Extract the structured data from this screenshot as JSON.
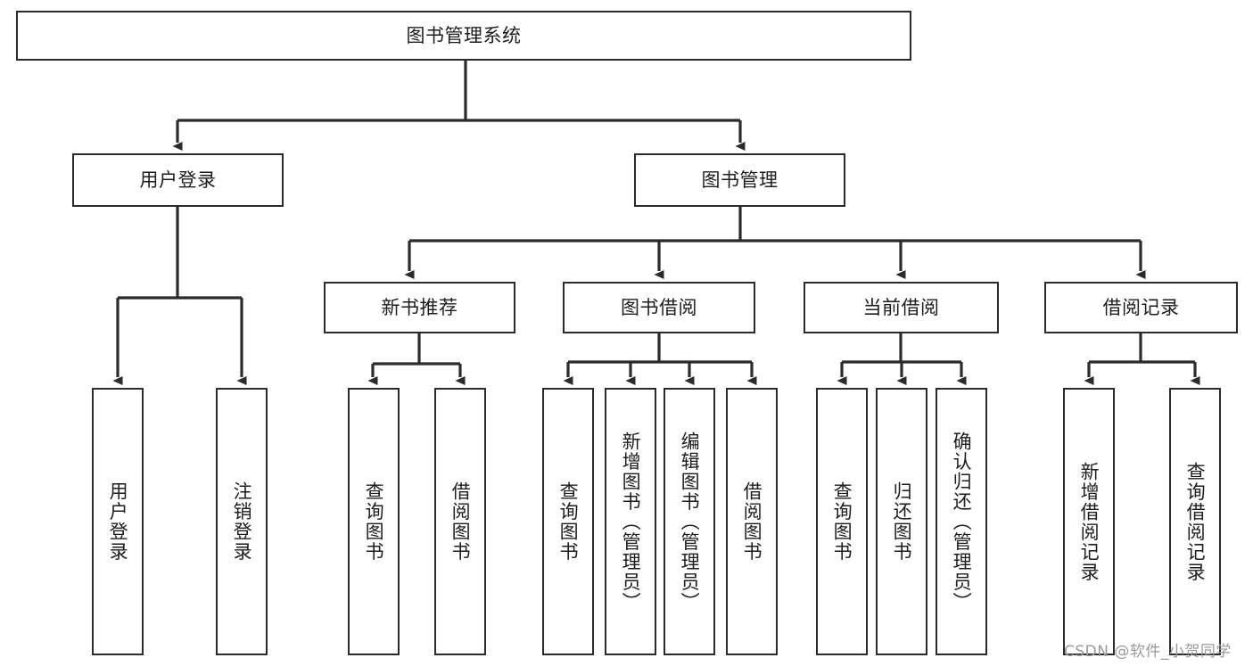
{
  "diagram": {
    "type": "tree-hierarchy",
    "title": "图书管理系统",
    "root": {
      "label": "图书管理系统"
    },
    "level2": [
      {
        "id": "user-login",
        "label": "用户登录"
      },
      {
        "id": "book-management",
        "label": "图书管理"
      }
    ],
    "level3": [
      {
        "id": "new-book-recommend",
        "label": "新书推荐",
        "parent": "book-management"
      },
      {
        "id": "book-borrow",
        "label": "图书借阅",
        "parent": "book-management"
      },
      {
        "id": "current-borrow",
        "label": "当前借阅",
        "parent": "book-management"
      },
      {
        "id": "borrow-record",
        "label": "借阅记录",
        "parent": "book-management"
      }
    ],
    "leaves": [
      {
        "id": "leaf-user-login",
        "label": "用户登录",
        "parent": "user-login"
      },
      {
        "id": "leaf-logout",
        "label": "注销登录",
        "parent": "user-login"
      },
      {
        "id": "leaf-query-book-1",
        "label": "查询图书",
        "parent": "new-book-recommend"
      },
      {
        "id": "leaf-borrow-book-1",
        "label": "借阅图书",
        "parent": "new-book-recommend"
      },
      {
        "id": "leaf-query-book-2",
        "label": "查询图书",
        "parent": "book-borrow"
      },
      {
        "id": "leaf-add-book",
        "label": "新增图书（管理员）",
        "parent": "book-borrow"
      },
      {
        "id": "leaf-edit-book",
        "label": "编辑图书（管理员）",
        "parent": "book-borrow"
      },
      {
        "id": "leaf-borrow-book-2",
        "label": "借阅图书",
        "parent": "book-borrow"
      },
      {
        "id": "leaf-query-book-3",
        "label": "查询图书",
        "parent": "current-borrow"
      },
      {
        "id": "leaf-return-book",
        "label": "归还图书",
        "parent": "current-borrow"
      },
      {
        "id": "leaf-confirm-return",
        "label": "确认归还（管理员）",
        "parent": "current-borrow"
      },
      {
        "id": "leaf-add-record",
        "label": "新增借阅记录",
        "parent": "borrow-record"
      },
      {
        "id": "leaf-query-record",
        "label": "查询借阅记录",
        "parent": "borrow-record"
      }
    ]
  },
  "watermark": {
    "text": "CSDN @软件_小贺同学"
  },
  "colors": {
    "stroke": "#2b2b2b",
    "background": "#ffffff",
    "text": "#1d1d1d",
    "watermark": "#9a9a9a"
  }
}
